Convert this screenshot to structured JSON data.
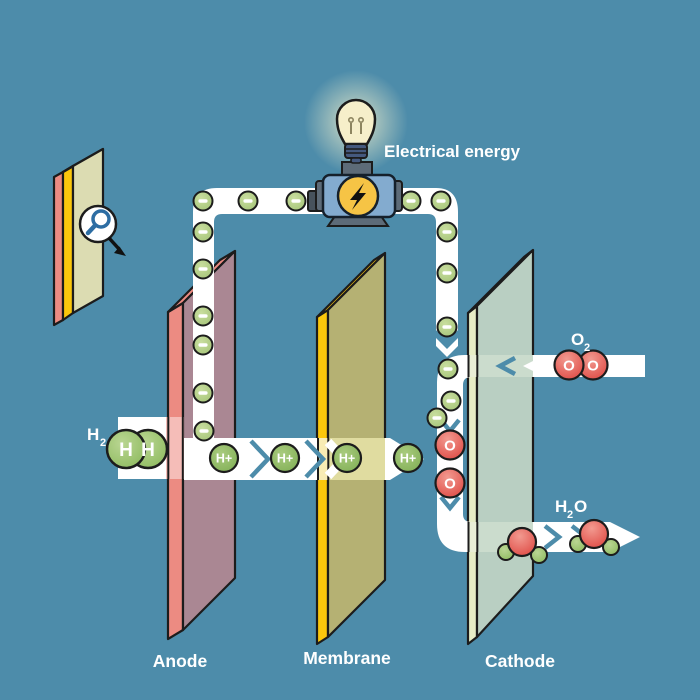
{
  "labels": {
    "electrical_energy": "Electrical energy",
    "anode": "Anode",
    "membrane": "Membrane",
    "cathode": "Cathode",
    "h2": {
      "main": "H",
      "sub": "2"
    },
    "o2": {
      "main": "O",
      "sub": "2"
    },
    "h2o": {
      "h": "H",
      "sub": "2",
      "o": "O"
    }
  },
  "particles": {
    "hydrogen_atom": "H",
    "proton": "H+",
    "oxygen_atom": "O",
    "electron_symbol": "-"
  },
  "colors": {
    "background": "#4d8caa",
    "band": "#ffffff",
    "outline": "#1c1c1c",
    "anode_face": "#aa8793",
    "anode_edge": "#ec8b82",
    "membrane_face": "#b5b173",
    "membrane_edge": "#fbc70c",
    "cathode_face": "#b9cfc2",
    "cathode_edge": "#e7edc6",
    "electron_green": "#b2cf88",
    "proton_green": "#8cba62",
    "oxygen_red": "#e4574f",
    "bolt_yellow": "#f6c445",
    "motor_blue": "#83abcf",
    "motor_gray": "#5d6b78",
    "panel_face": "#dcdcb2"
  }
}
